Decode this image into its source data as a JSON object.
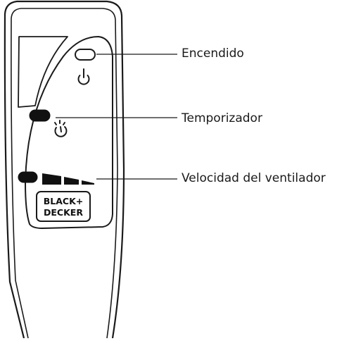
{
  "diagram": {
    "device": "remote-control",
    "callouts": [
      {
        "id": "power",
        "label": "Encendido"
      },
      {
        "id": "timer",
        "label": "Temporizador"
      },
      {
        "id": "fan_speed",
        "label": "Velocidad del ventilador"
      }
    ],
    "brand": {
      "line1": "BLACK+",
      "line2": "DECKER"
    },
    "icons": [
      "power-icon",
      "timer-icon",
      "fan-speed-bars-icon"
    ],
    "colors": {
      "outline": "#1a1a1a",
      "fill": "#ffffff",
      "button_fill": "#111111"
    }
  }
}
